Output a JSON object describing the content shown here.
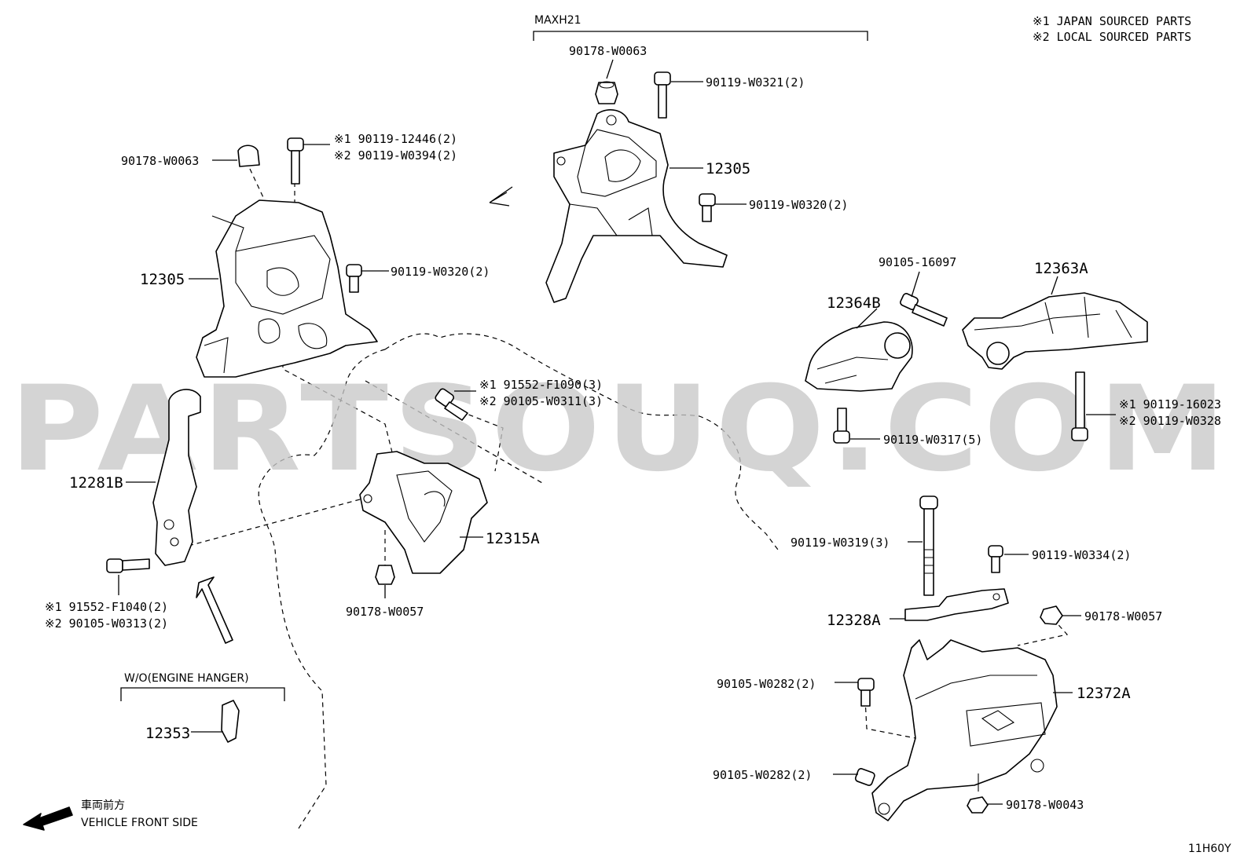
{
  "legend": {
    "line1": "※1  JAPAN SOURCED PARTS",
    "line2": "※2  LOCAL SOURCED PARTS"
  },
  "variant_maxh21": "MAXH21",
  "variant_wo_hanger": "W/O(ENGINE HANGER)",
  "watermark": "PARTSOUQ.COM",
  "diagram_code": "11H60Y",
  "front_direction": {
    "japanese": "車両前方",
    "english": "VEHICLE FRONT SIDE"
  },
  "callouts": {
    "top_nut": "90178-W0063",
    "top_bolt": "90119-W0321(2)",
    "top_mount": "12305",
    "top_bolt2": "90119-W0320(2)",
    "left_nut": "90178-W0063",
    "left_bolt_j": "※1 90119-12446(2)",
    "left_bolt_l": "※2 90119-W0394(2)",
    "left_mount": "12305",
    "left_bolt2": "90119-W0320(2)",
    "hanger_bolt_j": "※1 91552-F1090(3)",
    "hanger_bolt_l": "※2 90105-W0311(3)",
    "hanger": "12281B",
    "hanger_bolt2_j": "※1 91552-F1040(2)",
    "hanger_bolt2_l": "※2 90105-W0313(2)",
    "bracket": "12315A",
    "bracket_nut": "90178-W0057",
    "cover": "12353",
    "rear_bolt": "90105-16097",
    "rear_rod": "12363A",
    "rear_bracket": "12364B",
    "rear_bolt2": "90119-W0317(5)",
    "rear_bolt3_j": "※1 90119-16023",
    "rear_bolt3_l": "※2 90119-W0328",
    "stud": "90119-W0319(3)",
    "small_bolt": "90119-W0334(2)",
    "plate": "12328A",
    "plate_nut": "90178-W0057",
    "lower_bolt": "90105-W0282(2)",
    "lower_mount": "12372A",
    "lower_bolt2": "90105-W0282(2)",
    "lower_nut": "90178-W0043"
  }
}
